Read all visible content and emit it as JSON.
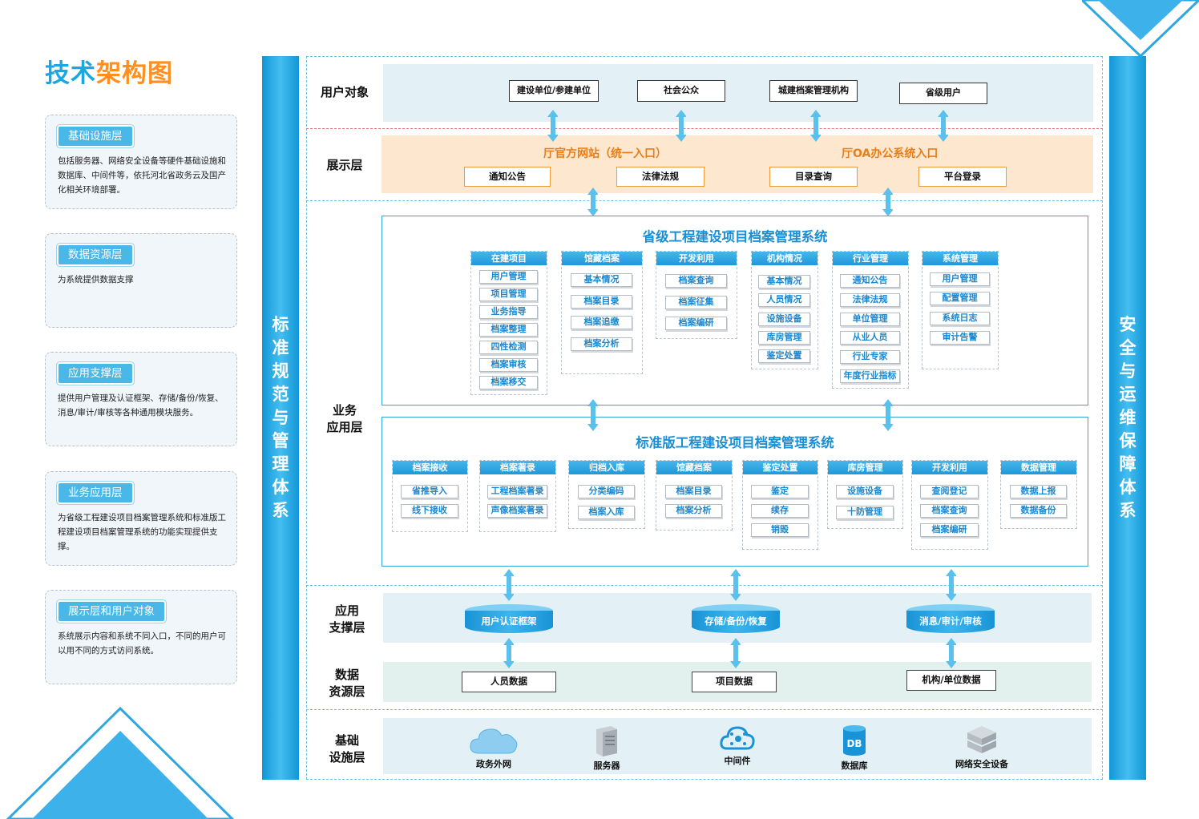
{
  "title_part1": "技术",
  "title_part2": "架构图",
  "left_panel": [
    {
      "tag": "基础设施层",
      "text": "包括服务器、网络安全设备等硬件基础设施和数据库、中间件等，依托河北省政务云及国产化相关环境部署。"
    },
    {
      "tag": "数据资源层",
      "text": "为系统提供数据支撑"
    },
    {
      "tag": "应用支撑层",
      "text": "提供用户管理及认证框架、存储/备份/恢复、消息/审计/审核等各种通用模块服务。"
    },
    {
      "tag": "业务应用层",
      "text": "为省级工程建设项目档案管理系统和标准版工程建设项目档案管理系统的功能实现提供支撑。"
    },
    {
      "tag": "展示层和用户对象",
      "text": "系统展示内容和系统不同入口，不同的用户可以用不同的方式访问系统。"
    }
  ],
  "left_bar": "标准规范与管理体系",
  "right_bar": "安全与运维保障体系",
  "layers": {
    "user": "用户对象",
    "display": "展示层",
    "app1": "业务",
    "app2": "应用层",
    "support1": "应用",
    "support2": "支撑层",
    "data1": "数据",
    "data2": "资源层",
    "infra1": "基础",
    "infra2": "设施层"
  },
  "users": [
    "建设单位/参建单位",
    "社会公众",
    "城建档案管理机构",
    "省级用户"
  ],
  "display": {
    "portal1": "厅官方网站（统一入口）",
    "portal2": "厅OA办公系统入口",
    "items": [
      "通知公告",
      "法律法规",
      "目录查询",
      "平台登录"
    ]
  },
  "system1": {
    "title": "省级工程建设项目档案管理系统",
    "cols": [
      {
        "h": "在建项目",
        "items": [
          "用户管理",
          "项目管理",
          "业务指导",
          "档案整理",
          "四性检测",
          "档案审核",
          "档案移交"
        ]
      },
      {
        "h": "馆藏档案",
        "items": [
          "基本情况",
          "档案目录",
          "档案追缴",
          "档案分析"
        ]
      },
      {
        "h": "开发利用",
        "items": [
          "档案查询",
          "档案征集",
          "档案编研"
        ]
      },
      {
        "h": "机构情况",
        "items": [
          "基本情况",
          "人员情况",
          "设施设备",
          "库房管理",
          "鉴定处置"
        ]
      },
      {
        "h": "行业管理",
        "items": [
          "通知公告",
          "法律法规",
          "单位管理",
          "从业人员",
          "行业专家",
          "年度行业指标"
        ]
      },
      {
        "h": "系统管理",
        "items": [
          "用户管理",
          "配置管理",
          "系统日志",
          "审计告警"
        ]
      }
    ]
  },
  "system2": {
    "title": "标准版工程建设项目档案管理系统",
    "cols": [
      {
        "h": "档案接收",
        "items": [
          "省推导入",
          "线下接收"
        ]
      },
      {
        "h": "档案著录",
        "items": [
          "工程档案著录",
          "声像档案著录"
        ]
      },
      {
        "h": "归档入库",
        "items": [
          "分类编码",
          "档案入库"
        ]
      },
      {
        "h": "馆藏档案",
        "items": [
          "档案目录",
          "档案分析"
        ]
      },
      {
        "h": "鉴定处置",
        "items": [
          "鉴定",
          "续存",
          "销毁"
        ]
      },
      {
        "h": "库房管理",
        "items": [
          "设施设备",
          "十防管理"
        ]
      },
      {
        "h": "开发利用",
        "items": [
          "查阅登记",
          "档案查询",
          "档案编研"
        ]
      },
      {
        "h": "数据管理",
        "items": [
          "数据上报",
          "数据备份"
        ]
      }
    ]
  },
  "support": [
    "用户认证框架",
    "存储/备份/恢复",
    "消息/审计/审核"
  ],
  "data": [
    "人员数据",
    "项目数据",
    "机构/单位数据"
  ],
  "infra": [
    {
      "label": "政务外网",
      "icon": "cloud-icon"
    },
    {
      "label": "服务器",
      "icon": "server-icon"
    },
    {
      "label": "中间件",
      "icon": "middleware-cloud-icon"
    },
    {
      "label": "数据库",
      "icon": "database-icon"
    },
    {
      "label": "网络安全设备",
      "icon": "network-security-icon"
    }
  ],
  "db_icon_text": "DB",
  "colors": {
    "accent": "#1aa7e2",
    "orange": "#ff8f1f",
    "light": "#e6f2f8"
  }
}
